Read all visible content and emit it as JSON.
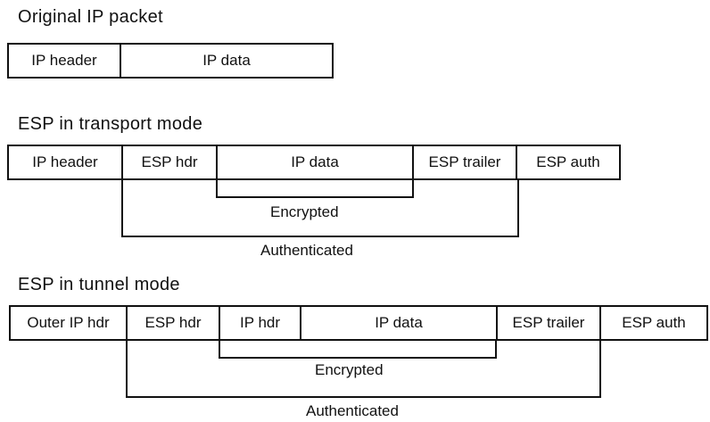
{
  "original": {
    "title": "Original IP packet",
    "cells": [
      "IP header",
      "IP data"
    ]
  },
  "transport": {
    "title": "ESP in transport mode",
    "cells": [
      "IP header",
      "ESP hdr",
      "IP data",
      "ESP trailer",
      "ESP auth"
    ],
    "encrypted_label": "Encrypted",
    "authenticated_label": "Authenticated"
  },
  "tunnel": {
    "title": "ESP in tunnel mode",
    "cells": [
      "Outer IP hdr",
      "ESP hdr",
      "IP hdr",
      "IP data",
      "ESP trailer",
      "ESP auth"
    ],
    "encrypted_label": "Encrypted",
    "authenticated_label": "Authenticated"
  }
}
